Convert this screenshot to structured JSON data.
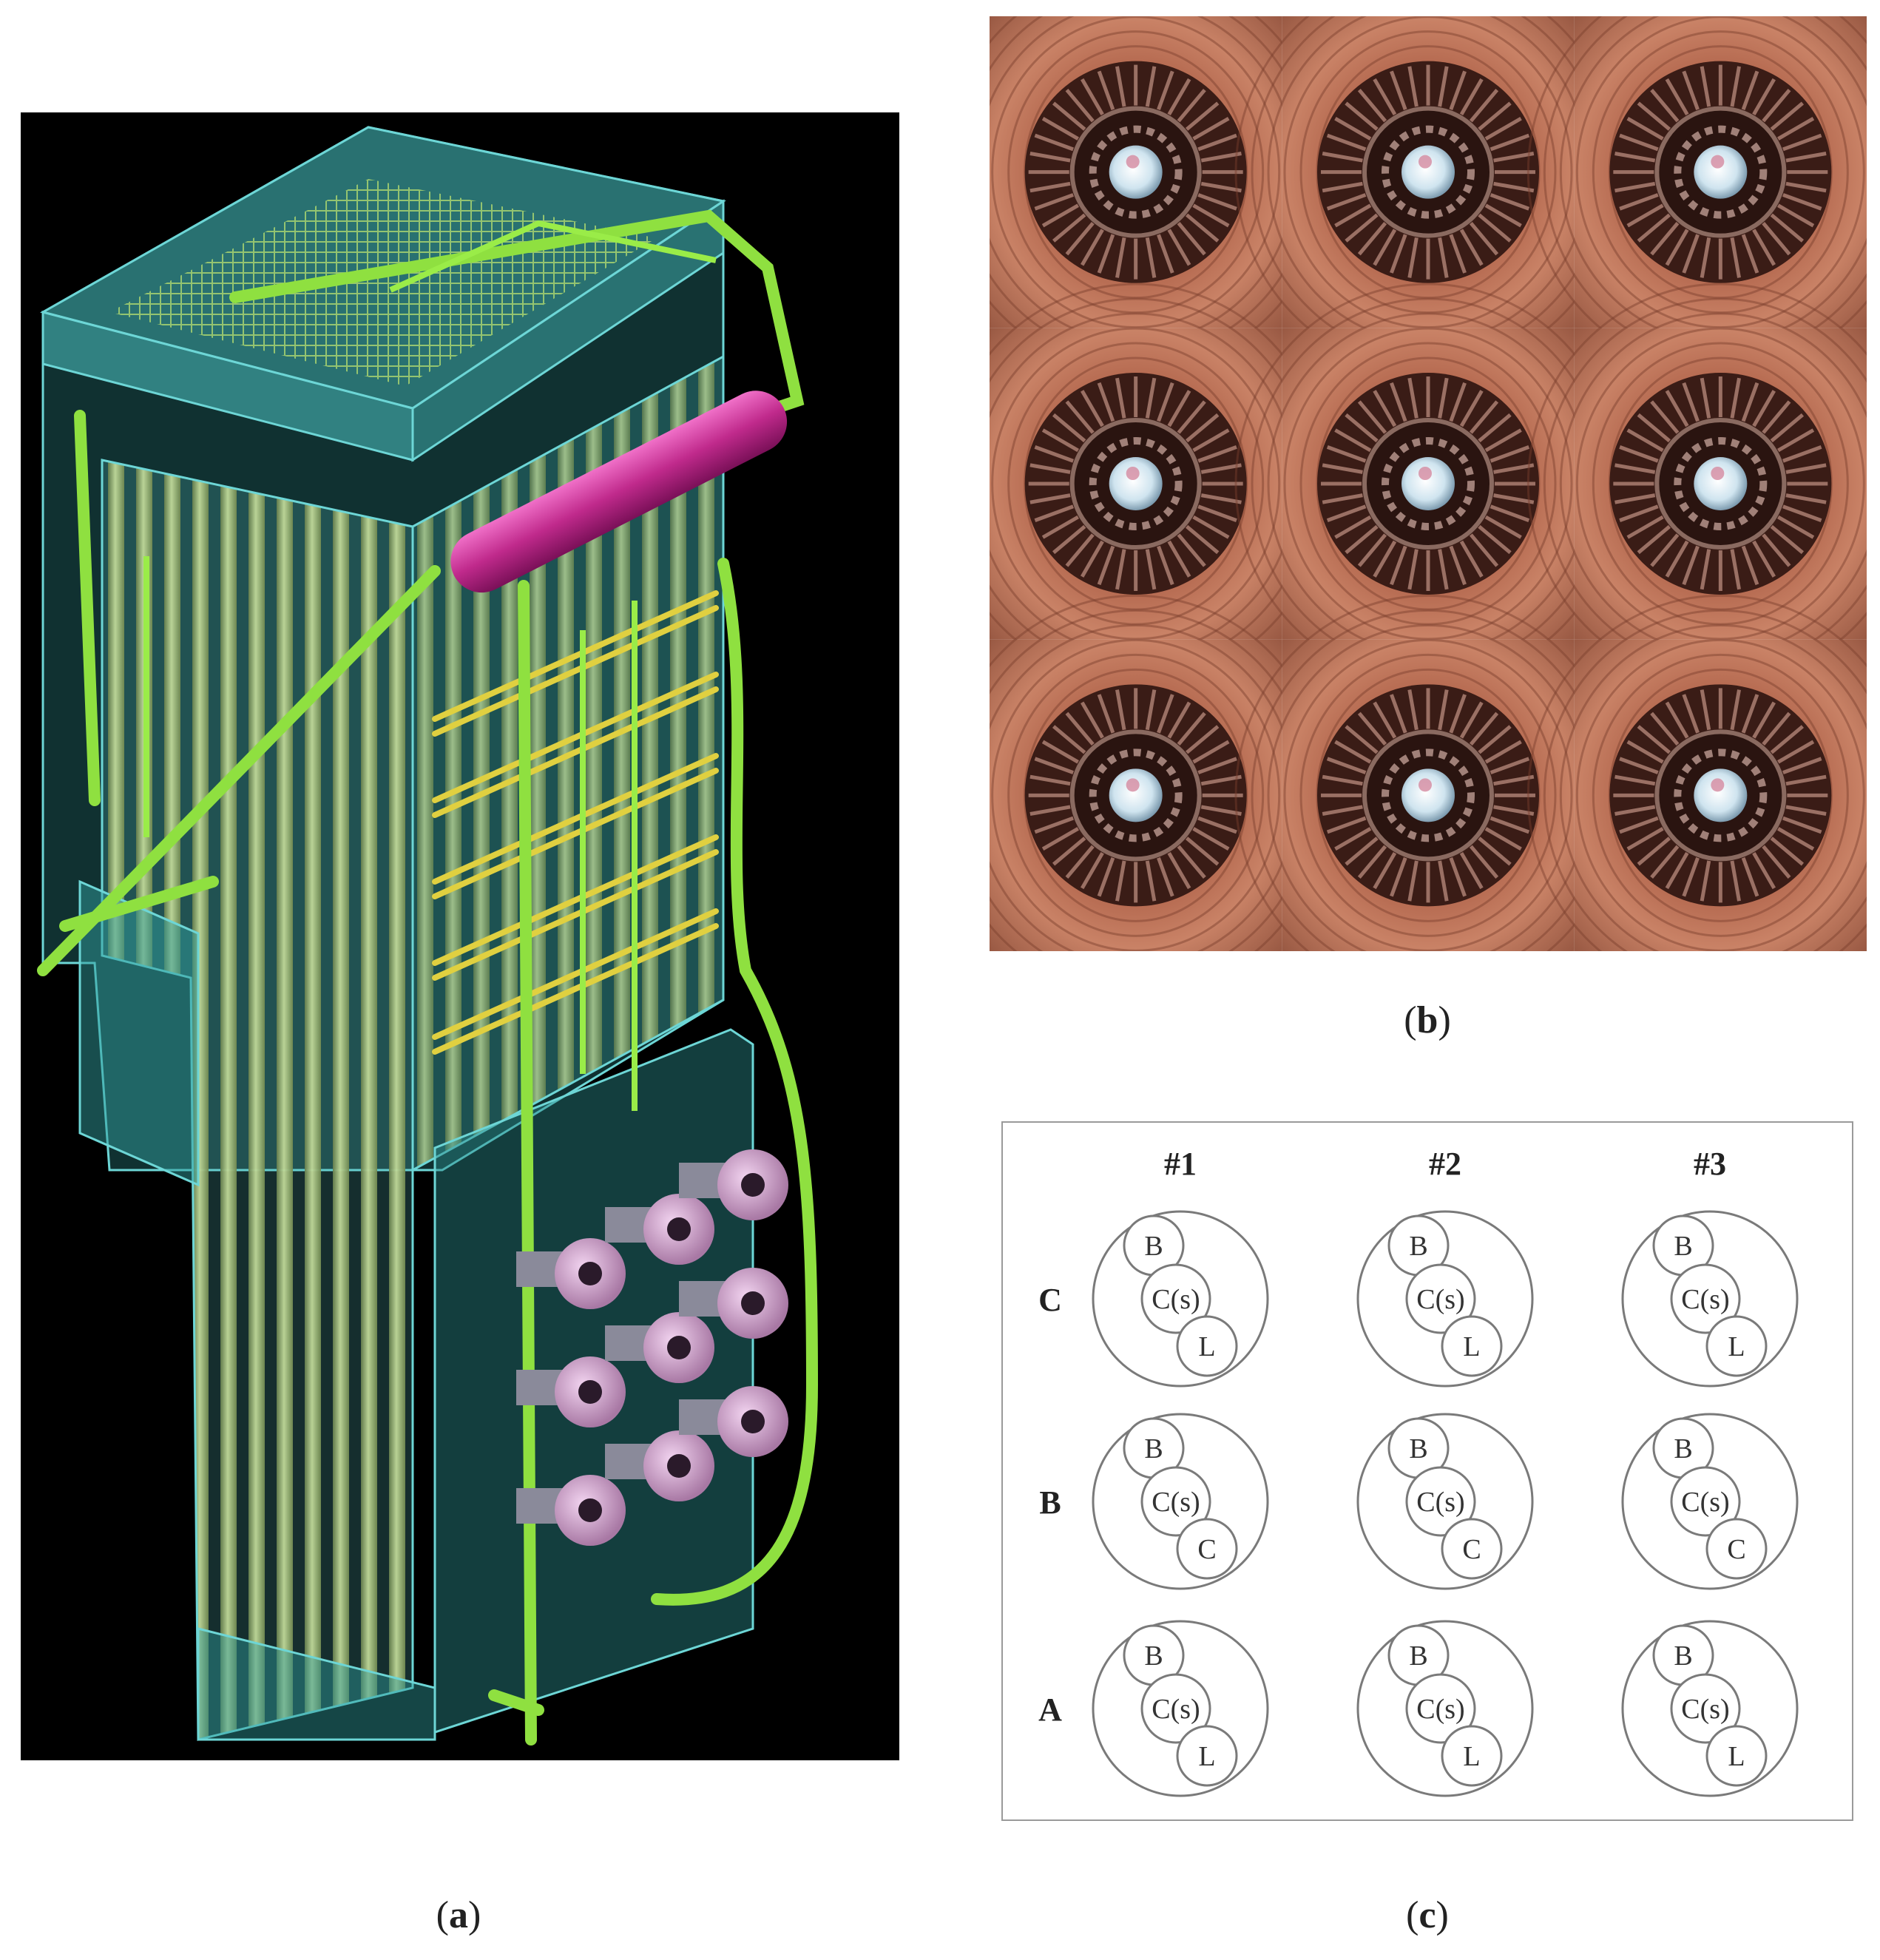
{
  "captions": {
    "a": "a",
    "b": "b",
    "c": "c"
  },
  "burner_layout": {
    "columns": [
      "#1",
      "#2",
      "#3"
    ],
    "rows": [
      {
        "label": "C",
        "circles": [
          "B",
          "C(s)",
          "L"
        ]
      },
      {
        "label": "B",
        "circles": [
          "B",
          "C(s)",
          "C"
        ]
      },
      {
        "label": "A",
        "circles": [
          "B",
          "C(s)",
          "L"
        ]
      }
    ]
  },
  "colors": {
    "casing": "#5ec8c8",
    "tubes": "#c8c860",
    "piping": "#8fe040",
    "drum": "#d0309a",
    "burner": "#d9a8d6",
    "flame_bg": "#b86a50",
    "diagram_line": "#7a7a7a"
  }
}
